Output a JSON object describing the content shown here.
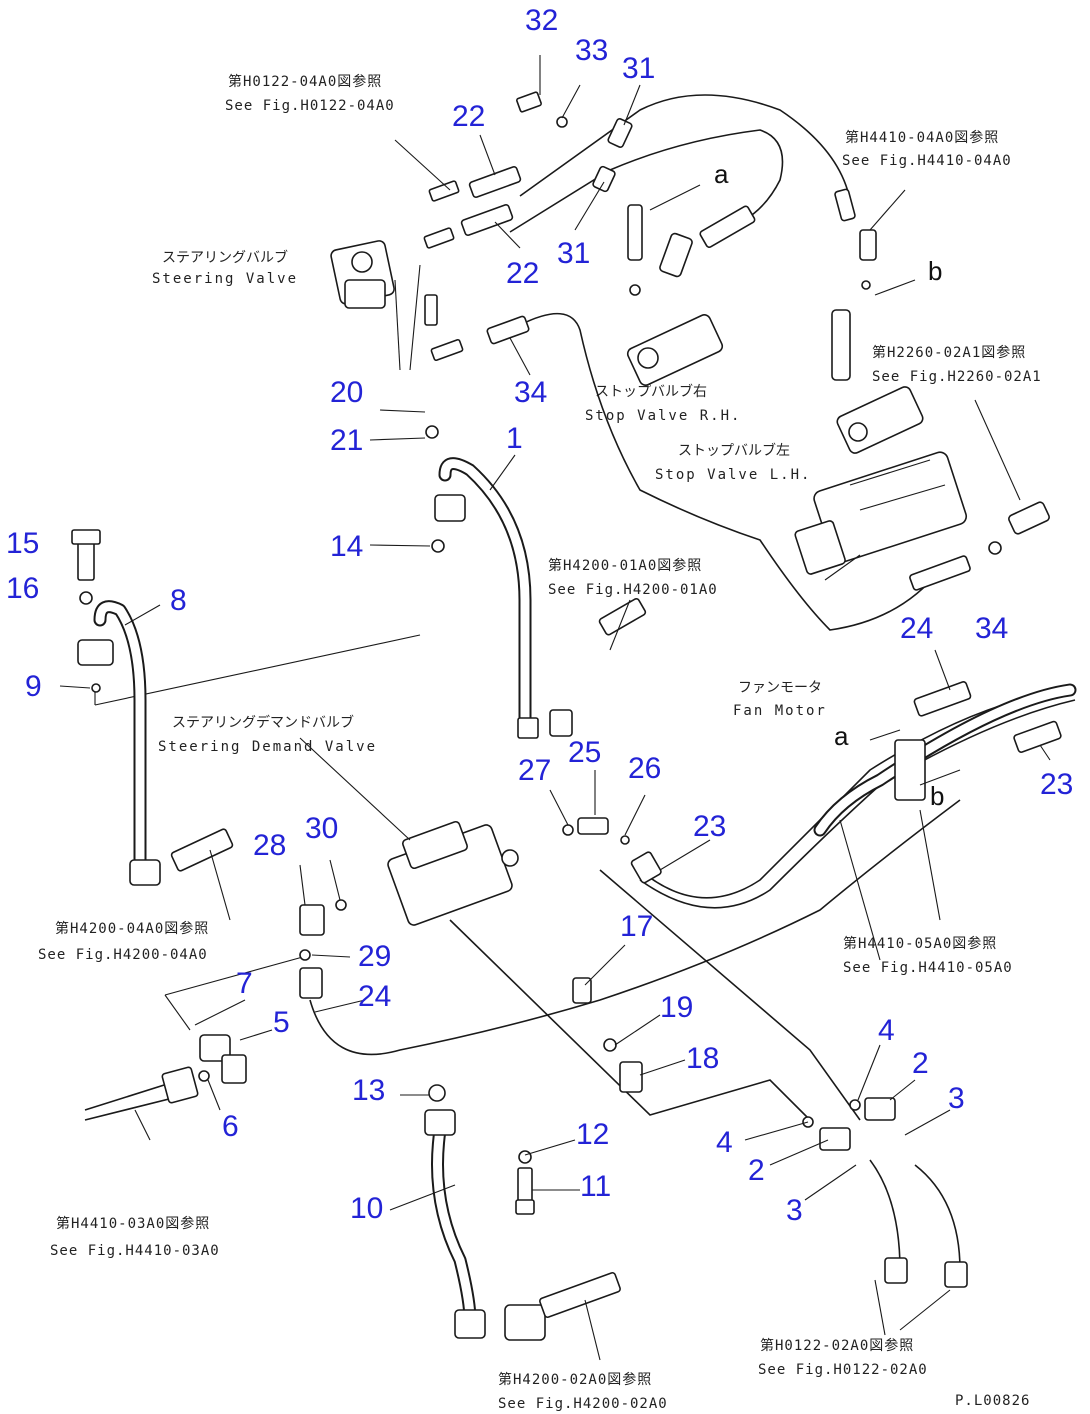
{
  "diagram": {
    "part_numbers": [
      "32",
      "33",
      "31",
      "22",
      "31",
      "22",
      "20",
      "21",
      "34",
      "1",
      "14",
      "15",
      "16",
      "8",
      "9",
      "25",
      "27",
      "26",
      "23",
      "28",
      "30",
      "24",
      "34",
      "23",
      "17",
      "29",
      "24",
      "7",
      "5",
      "19",
      "18",
      "6",
      "13",
      "12",
      "11",
      "4",
      "2",
      "3",
      "4",
      "2",
      "3",
      "10"
    ],
    "labels": {
      "steering_valve_jp": "ステアリングバルブ",
      "steering_valve_en": "Steering Valve",
      "stop_valve_rh_jp": "ストップバルブ右",
      "stop_valve_rh_en": "Stop Valve R.H.",
      "stop_valve_lh_jp": "ストップバルブ左",
      "stop_valve_lh_en": "Stop Valve L.H.",
      "fan_motor_jp": "ファンモータ",
      "fan_motor_en": "Fan Motor",
      "demand_valve_jp": "ステアリングデマンドバルブ",
      "demand_valve_en": "Steering Demand Valve"
    },
    "refs": {
      "ref1_jp": "第H0122-04A0図参照",
      "ref1_en": "See Fig.H0122-04A0",
      "ref2_jp": "第H4410-04A0図参照",
      "ref2_en": "See Fig.H4410-04A0",
      "ref3_jp": "第H2260-02A1図参照",
      "ref3_en": "See Fig.H2260-02A1",
      "ref4_jp": "第H4200-01A0図参照",
      "ref4_en": "See Fig.H4200-01A0",
      "ref5_jp": "第H4200-04A0図参照",
      "ref5_en": "See Fig.H4200-04A0",
      "ref6_jp": "第H4410-05A0図参照",
      "ref6_en": "See Fig.H4410-05A0",
      "ref7_jp": "第H4410-03A0図参照",
      "ref7_en": "See Fig.H4410-03A0",
      "ref8_jp": "第H0122-02A0図参照",
      "ref8_en": "See Fig.H0122-02A0",
      "ref9_jp": "第H4200-02A0図参照",
      "ref9_en": "See Fig.H4200-02A0"
    },
    "connection_letters": [
      "a",
      "b",
      "a",
      "b"
    ],
    "drawing_code": "P.L00826"
  }
}
